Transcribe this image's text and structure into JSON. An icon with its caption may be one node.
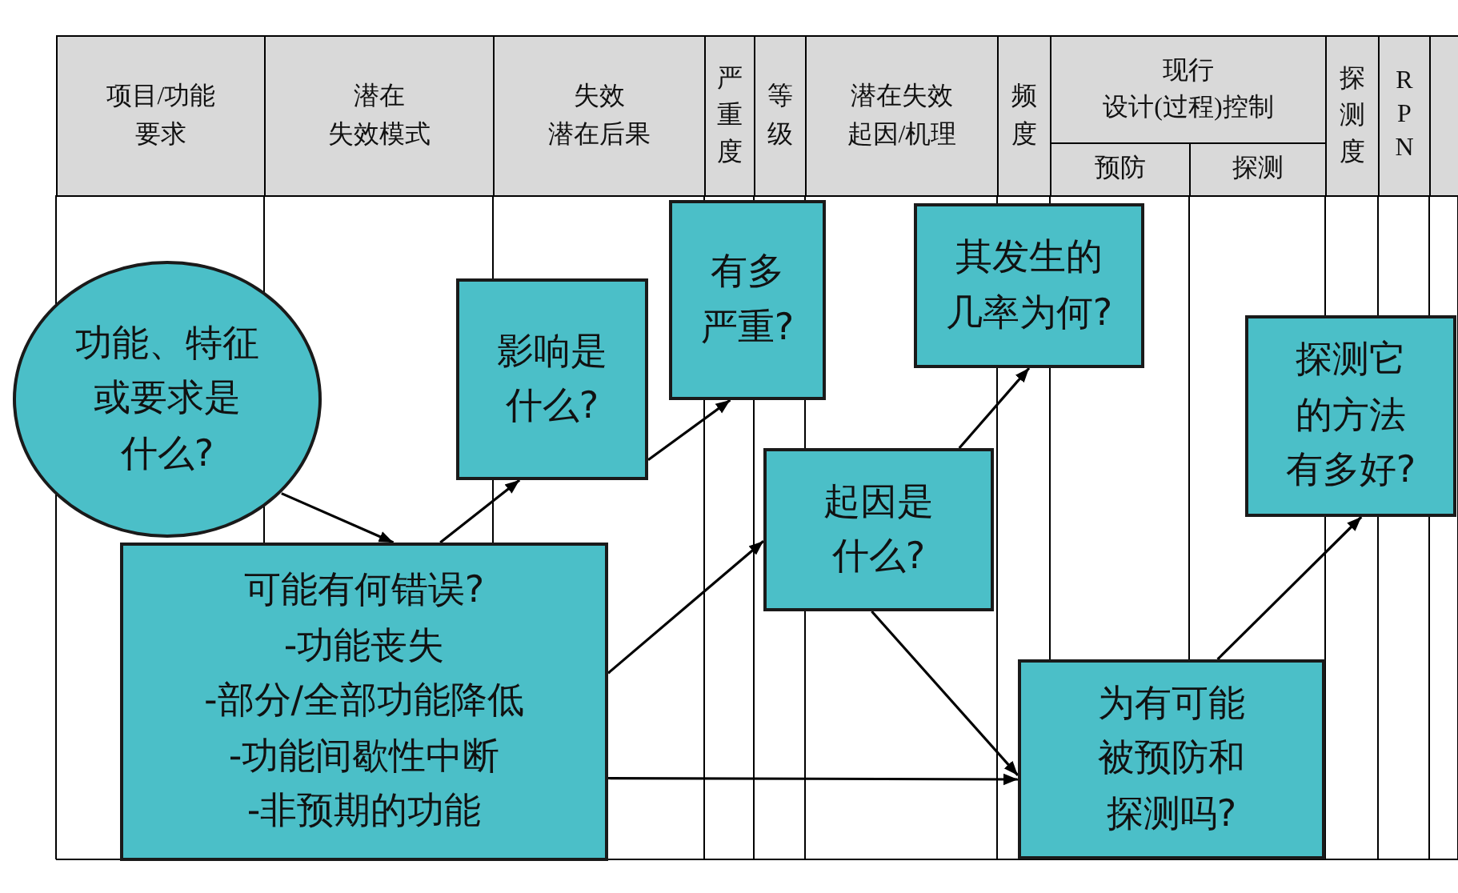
{
  "diagram": {
    "nodes": [
      {
        "text": [
          "功能、特征或要求是什么?"
        ]
      },
      {
        "text": [
          "可能有何错误?",
          "-功能丧失",
          "-部分/全部功能降低",
          "-功能间歇性中断",
          "-非预期的功能"
        ]
      },
      {
        "text": [
          "影响是什么?"
        ]
      },
      {
        "text": [
          "有多严重?"
        ]
      },
      {
        "text": [
          "起因是什么?"
        ]
      },
      {
        "text": [
          "其发生的几率为何?"
        ]
      },
      {
        "text": [
          "探测它的方法有多好?"
        ]
      },
      {
        "text": [
          "为有可能被预防和探测吗?"
        ]
      }
    ],
    "edges": [
      {
        "from": 0,
        "to": 1,
        "arrow": "to"
      },
      {
        "from": 1,
        "to": 2,
        "arrow": "to"
      },
      {
        "from": 2,
        "to": 3,
        "arrow": "to"
      },
      {
        "from": 1,
        "to": 4,
        "arrow": "to"
      },
      {
        "from": 4,
        "to": 5,
        "arrow": "to"
      },
      {
        "from": 4,
        "to": 7,
        "arrow": "to"
      },
      {
        "from": 1,
        "to": 7,
        "arrow": "to"
      },
      {
        "from": 7,
        "to": 6,
        "arrow": "to"
      }
    ],
    "labels": [
      "项目/功能要求",
      "潜在失效模式",
      "失效潜在后果",
      "严重度",
      "等级",
      "潜在失效起因/机理",
      "频度",
      "现行设计(过程)控制",
      "探测度",
      "RPN",
      "预防",
      "探测"
    ]
  }
}
